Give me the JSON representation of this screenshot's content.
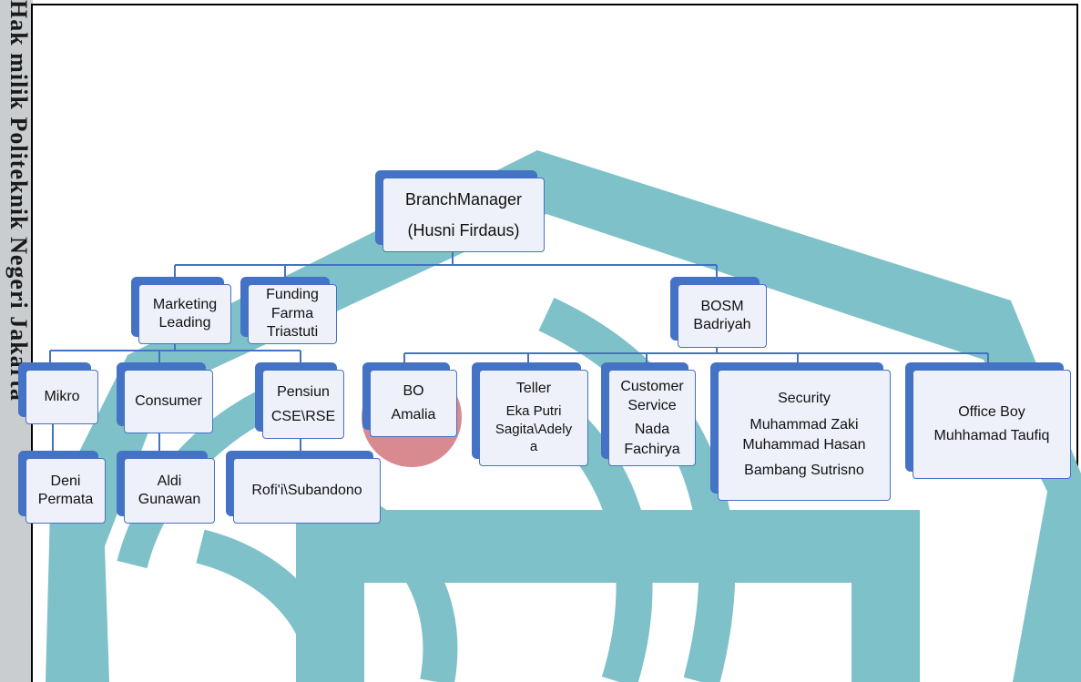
{
  "side_text": "Hak milik Politeknik Negeri Jakarta",
  "colors": {
    "node_border": "#4472c4",
    "node_fill": "#eef1f9",
    "watermark_teal": "#7fc1c9",
    "watermark_red": "#d98990",
    "connector": "#4472c4"
  },
  "org_chart": {
    "branch_manager": {
      "title": "BranchManager",
      "name": "(Husni Firdaus)"
    },
    "marketing": {
      "line1": "Marketing",
      "line2": "Leading"
    },
    "funding": {
      "line1": "Funding",
      "line2": "Farma",
      "line3": "Triastuti"
    },
    "bosm": {
      "title": "BOSM",
      "name": "Badriyah"
    },
    "mikro": {
      "title": "Mikro"
    },
    "consumer": {
      "title": "Consumer"
    },
    "pensiun": {
      "line1": "Pensiun",
      "line2": "CSE\\RSE"
    },
    "mikro_staff": {
      "line1": "Deni",
      "line2": "Permata"
    },
    "consumer_staff": {
      "line1": "Aldi",
      "line2": "Gunawan"
    },
    "pensiun_staff": {
      "name": "Rofi'i\\Subandono"
    },
    "bo": {
      "title": "BO",
      "name": "Amalia"
    },
    "teller": {
      "title": "Teller",
      "line1": "Eka Putri",
      "line2": "Sagita\\Adely",
      "line3": "a"
    },
    "customer_service": {
      "line1": "Customer",
      "line2": "Service",
      "line3": "Nada",
      "line4": "Fachirya"
    },
    "security": {
      "title": "Security",
      "name1": "Muhammad Zaki",
      "name2": "Muhammad Hasan",
      "name3": "Bambang Sutrisno"
    },
    "office_boy": {
      "title": "Office Boy",
      "name": "Muhhamad Taufiq"
    }
  }
}
